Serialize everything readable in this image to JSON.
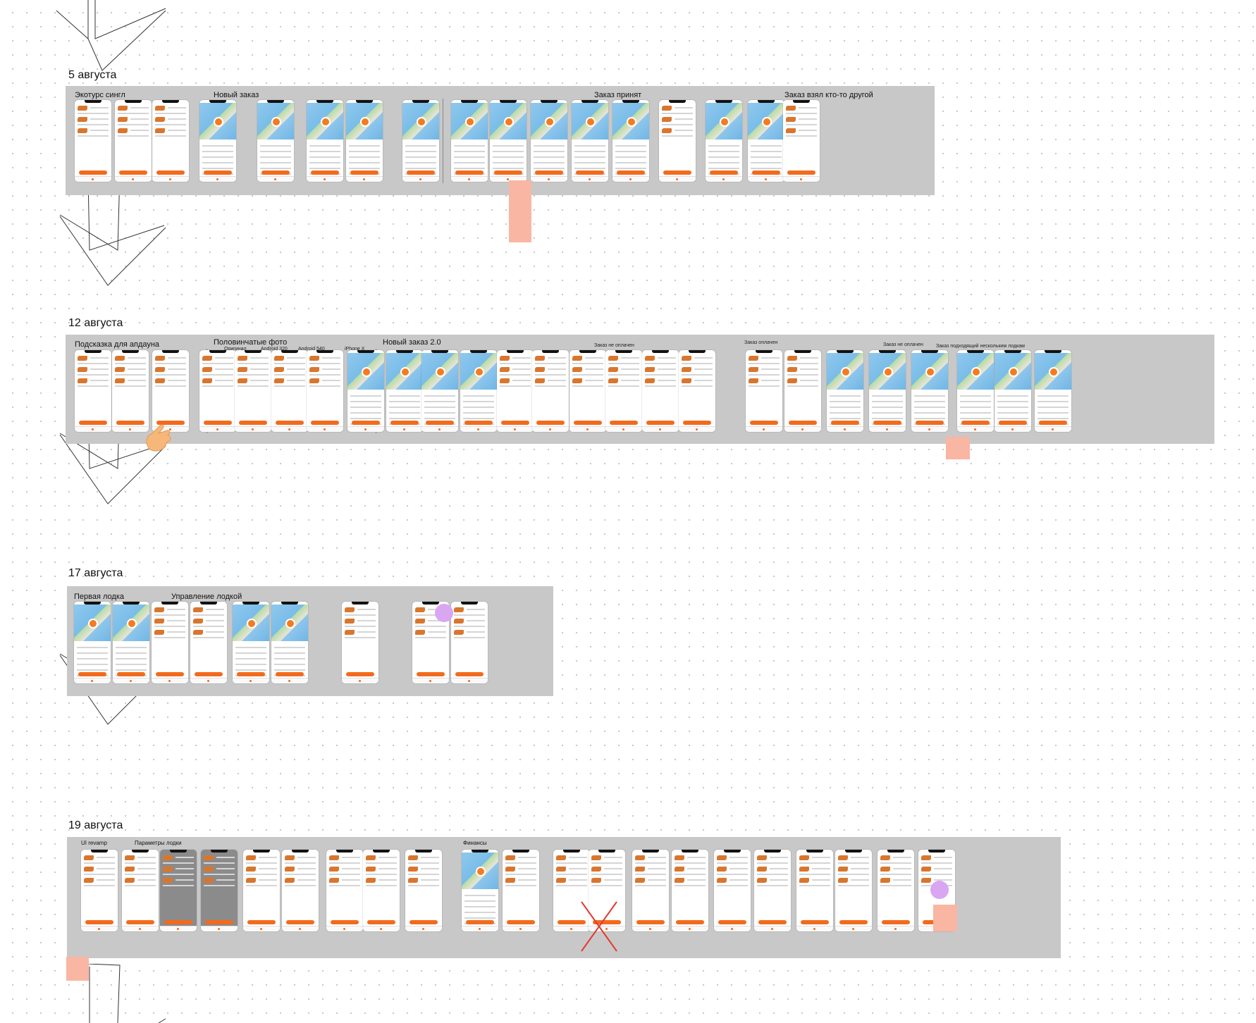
{
  "dates": [
    "5 августа",
    "12 августа",
    "17 августа",
    "19 августа"
  ],
  "section1": {
    "groups": [
      "Экотурс сингл",
      "Новый заказ",
      "Заказ принят",
      "Заказ взял кто-то другой"
    ]
  },
  "section2": {
    "groups": [
      "Подсказка для апдауна",
      "Половинчатые фото",
      "Новый заказ 2.0",
      "Заказ не оплачен",
      "Заказ оплачен",
      "Заказ не оплачен",
      "Заказ подходящий нескольким лодкам"
    ],
    "sub_labels": [
      "Оригинал",
      "Android 320",
      "Android 540",
      "iPhone X"
    ]
  },
  "section3": {
    "groups": [
      "Первая лодка",
      "Управление лодкой"
    ]
  },
  "section4": {
    "groups": [
      "UI revamp",
      "Параметры лодки",
      "Финансы"
    ]
  },
  "colors": {
    "canvas": "#ffffff",
    "section_bg": "#c8c8c8",
    "accent": "#f26b1d",
    "sticky": "#f9b6a3",
    "connector": "#9b6bdc",
    "marker_circle": "#d9a6f2"
  }
}
